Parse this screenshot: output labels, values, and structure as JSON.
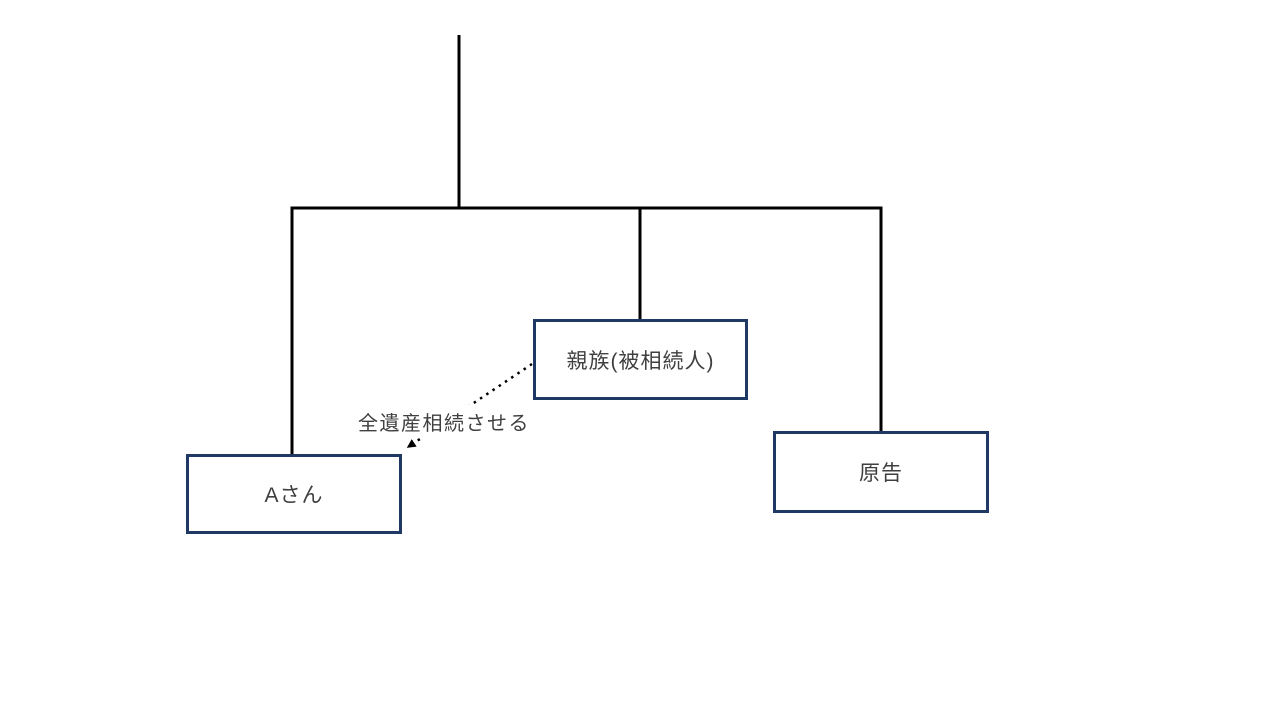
{
  "diagram": {
    "nodes": {
      "relative": {
        "label": "親族(被相続人)"
      },
      "person_a": {
        "label": "Aさん"
      },
      "plaintiff": {
        "label": "原告"
      }
    },
    "arrow": {
      "label": "全遺産相続させる"
    },
    "colors": {
      "tree_line": "#000000",
      "box_border": "#1f3864",
      "box_text": "#3f3f3f",
      "arrow_line": "#000000",
      "label_text": "#404040",
      "background": "#ffffff"
    }
  }
}
